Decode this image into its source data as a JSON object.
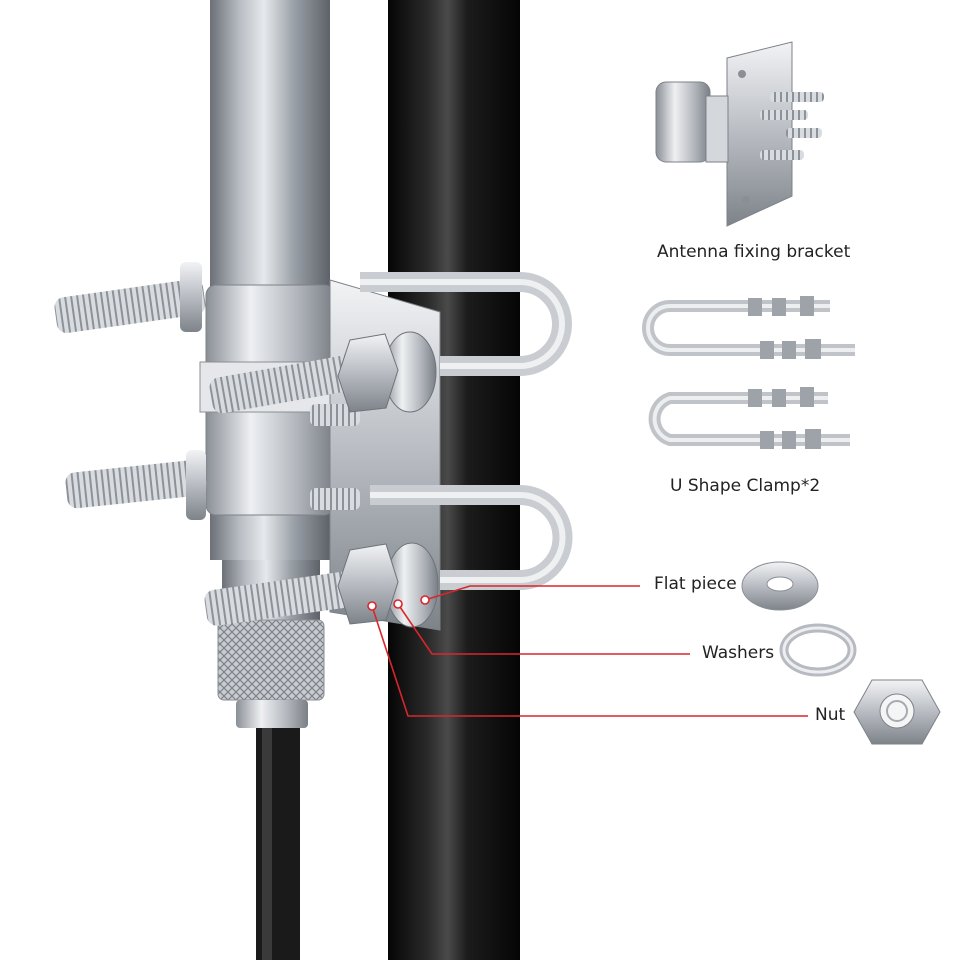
{
  "labels": {
    "bracket": "Antenna fixing bracket",
    "u_clamp": "U Shape Clamp*2",
    "flat_piece": "Flat piece",
    "washers": "Washers",
    "nut": "Nut"
  },
  "colors": {
    "callout_line": "#d9262c",
    "steel": "#c9ccd1",
    "pole": "#111111"
  },
  "icons": {
    "bracket": "bracket-plate-icon",
    "u_clamp": "u-bolt-icon",
    "flat_piece": "flat-washer-icon",
    "washers": "spring-washer-icon",
    "nut": "hex-nut-icon"
  }
}
